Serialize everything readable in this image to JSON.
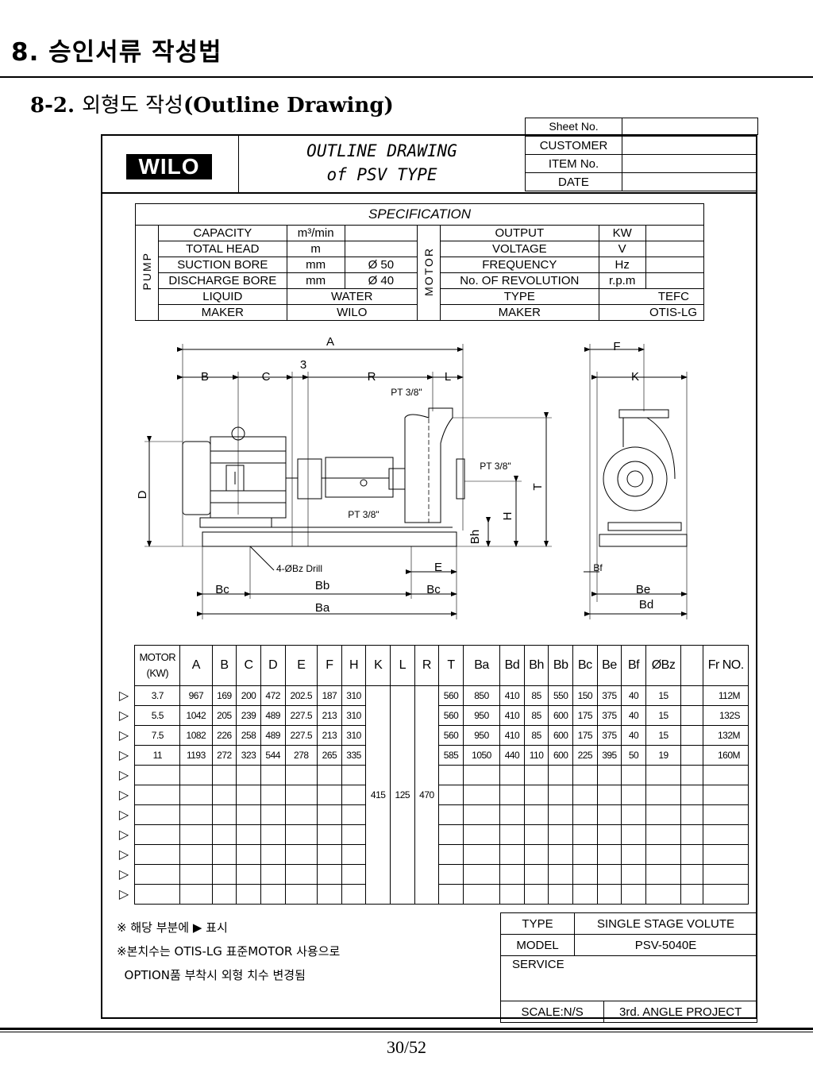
{
  "header": {
    "chapter": "8. 승인서류 작성법",
    "section_num": "8-2.",
    "section_kr": "외형도 작성",
    "section_en": "(Outline Drawing)"
  },
  "title_block": {
    "sheet_no_label": "Sheet No.",
    "sheet_no_value": "",
    "logo_text": "WILO",
    "title_line1": "OUTLINE DRAWING",
    "title_line2": "of PSV TYPE",
    "customer_label": "CUSTOMER",
    "item_label": "ITEM No.",
    "date_label": "DATE"
  },
  "spec": {
    "heading": "SPECIFICATION",
    "pump_label": "PUMP",
    "motor_label": "MOTOR",
    "pump_rows": [
      {
        "name": "CAPACITY",
        "unit": "m³/min",
        "value": ""
      },
      {
        "name": "TOTAL HEAD",
        "unit": "m",
        "value": ""
      },
      {
        "name": "SUCTION BORE",
        "unit": "mm",
        "value": "Ø 50"
      },
      {
        "name": "DISCHARGE BORE",
        "unit": "mm",
        "value": "Ø 40"
      }
    ],
    "liquid_label": "LIQUID",
    "liquid_value": "WATER",
    "pump_maker_label": "MAKER",
    "pump_maker_value": "WILO",
    "motor_rows": [
      {
        "name": "OUTPUT",
        "unit": "KW",
        "value": ""
      },
      {
        "name": "VOLTAGE",
        "unit": "V",
        "value": ""
      },
      {
        "name": "FREQUENCY",
        "unit": "Hz",
        "value": ""
      },
      {
        "name": "No. OF REVOLUTION",
        "unit": "r.p.m",
        "value": ""
      }
    ],
    "type_label": "TYPE",
    "type_value": "TEFC",
    "motor_maker_label": "MAKER",
    "motor_maker_value": "OTIS-LG"
  },
  "drawing": {
    "labels": {
      "A": "A",
      "B": "B",
      "C": "C",
      "three": "3",
      "R": "R",
      "L": "L",
      "F": "F",
      "K": "K",
      "D": "D",
      "T": "T",
      "H": "H",
      "Bh": "Bh",
      "E": "E",
      "Bf": "Bf",
      "Bc_left": "Bc",
      "Bb": "Bb",
      "Bc_right": "Bc",
      "Ba": "Ba",
      "Be": "Be",
      "Bd": "Bd",
      "pt1": "PT 3/8\"",
      "pt2": "PT 3/8\"",
      "pt3": "PT 3/8\"",
      "drill": "4-ØBz Drill"
    }
  },
  "dimensions": {
    "motor_header_1": "MOTOR",
    "motor_header_2": "(KW)",
    "columns": [
      "A",
      "B",
      "C",
      "D",
      "E",
      "F",
      "H",
      "K",
      "L",
      "R",
      "T",
      "Ba",
      "Bd",
      "Bh",
      "Bb",
      "Bc",
      "Be",
      "Bf",
      "ØBz",
      "",
      "Fr NO."
    ],
    "rows": [
      {
        "kw": "3.7",
        "A": "967",
        "B": "169",
        "C": "200",
        "D": "472",
        "E": "202.5",
        "F": "187",
        "H": "310",
        "T": "560",
        "Ba": "850",
        "Bd": "410",
        "Bh": "85",
        "Bb": "550",
        "Bc": "150",
        "Be": "375",
        "Bf": "40",
        "Bz": "15",
        "Fr": "112M"
      },
      {
        "kw": "5.5",
        "A": "1042",
        "B": "205",
        "C": "239",
        "D": "489",
        "E": "227.5",
        "F": "213",
        "H": "310",
        "T": "560",
        "Ba": "950",
        "Bd": "410",
        "Bh": "85",
        "Bb": "600",
        "Bc": "175",
        "Be": "375",
        "Bf": "40",
        "Bz": "15",
        "Fr": "132S"
      },
      {
        "kw": "7.5",
        "A": "1082",
        "B": "226",
        "C": "258",
        "D": "489",
        "E": "227.5",
        "F": "213",
        "H": "310",
        "T": "560",
        "Ba": "950",
        "Bd": "410",
        "Bh": "85",
        "Bb": "600",
        "Bc": "175",
        "Be": "375",
        "Bf": "40",
        "Bz": "15",
        "Fr": "132M"
      },
      {
        "kw": "11",
        "A": "1193",
        "B": "272",
        "C": "323",
        "D": "544",
        "E": "278",
        "F": "265",
        "H": "335",
        "T": "585",
        "Ba": "1050",
        "Bd": "440",
        "Bh": "110",
        "Bb": "600",
        "Bc": "225",
        "Be": "395",
        "Bf": "50",
        "Bz": "19",
        "Fr": "160M"
      }
    ],
    "shared_K": "415",
    "shared_L": "125",
    "shared_R": "470",
    "marker": "▷",
    "empty_rows": 7
  },
  "notes": {
    "line1": "※ 해당 부분에 ▶ 표시",
    "line2": "※본치수는 OTIS-LG 표준MOTOR 사용으로",
    "line3": "  OPTION품 부착시 외형 치수 변경됨"
  },
  "type_box": {
    "type_label": "TYPE",
    "type_value": "SINGLE STAGE VOLUTE",
    "model_label": "MODEL",
    "model_value": "PSV-5040E",
    "service_label": "SERVICE",
    "scale": "SCALE:N/S",
    "projection": "3rd. ANGLE PROJECT"
  },
  "footer": {
    "page": "30/52"
  }
}
